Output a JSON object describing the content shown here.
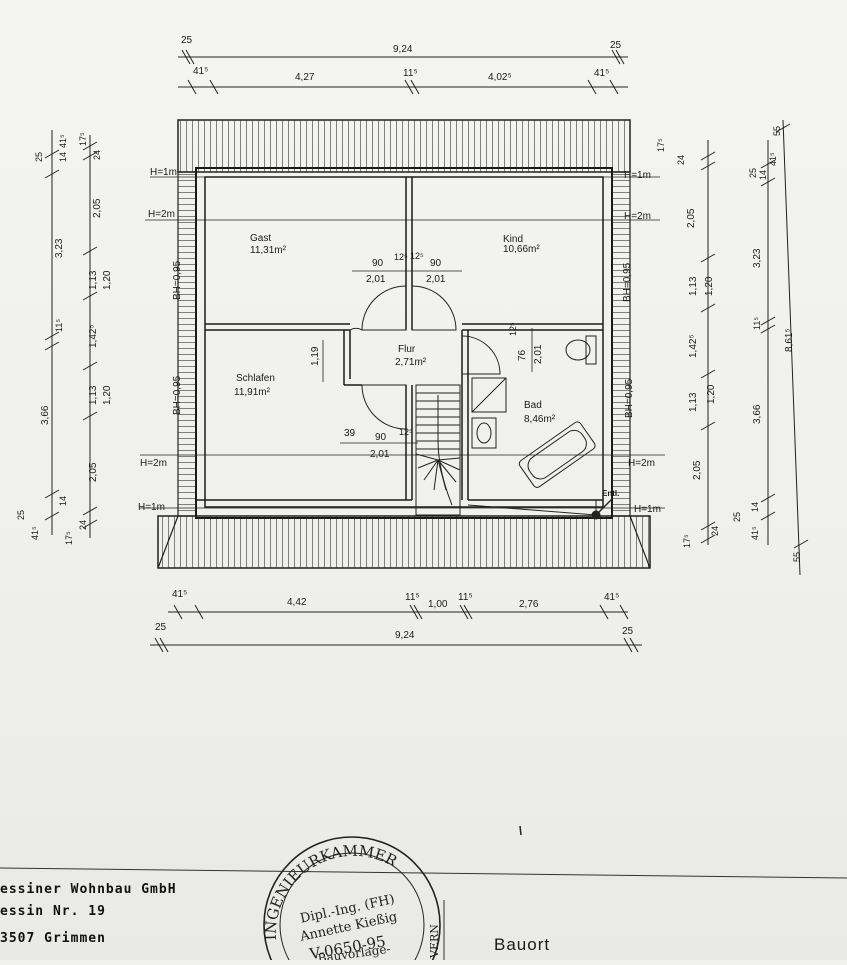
{
  "plan": {
    "top_dims": {
      "overall_left_margin": "25",
      "overall": "9,24",
      "overall_right_margin": "25",
      "seg_left_wall": "41⁵",
      "seg_room_left": "4,27",
      "seg_mid_wall": "11⁵",
      "seg_room_right": "4,02⁵",
      "seg_right_wall": "41⁵"
    },
    "bottom_dims": {
      "seg_left_wall": "41⁵",
      "seg_room_left": "4,42",
      "seg_wall_a": "11⁵",
      "seg_stair": "1,00",
      "seg_wall_b": "11⁵",
      "seg_room_right": "2,76",
      "seg_right_wall": "41⁵",
      "overall_left_margin": "25",
      "overall": "9,24",
      "overall_right_margin": "25"
    },
    "left_dims": {
      "outer_top_a": "25",
      "outer_top_b": "14",
      "outer_top_c": "41⁵",
      "outer_1": "3,23",
      "outer_mid": "11⁵",
      "outer_2": "3,66",
      "outer_bot_a": "25",
      "outer_bot_b": "14",
      "outer_bot_c": "41⁵",
      "inner_top_a": "17⁵",
      "inner_top_b": "24",
      "inner_1": "2,05",
      "inner_2": "1,13",
      "inner_3": "1,20",
      "inner_4": "1,42⁵",
      "inner_5": "1,13",
      "inner_6": "1,20",
      "inner_7": "2,05",
      "inner_bot_a": "24",
      "inner_bot_b": "17⁵"
    },
    "right_dims": {
      "inner_top_a": "17⁵",
      "inner_top_b": "24",
      "inner_1": "2,05",
      "inner_2": "1,13",
      "inner_3": "1,20",
      "inner_4": "1,42⁵",
      "inner_5": "1,13",
      "inner_6": "1,20",
      "inner_7": "2,05",
      "inner_bot_a": "24",
      "inner_bot_b": "17⁵",
      "mid_top_a": "25",
      "mid_top_b": "14",
      "mid_top_c": "41⁵",
      "mid_1": "3,23",
      "mid_wall": "11⁵",
      "mid_2": "3,66",
      "mid_bot_a": "25",
      "mid_bot_b": "14",
      "mid_bot_c": "41⁵",
      "outer_top": "55",
      "outer_total": "8,61⁵",
      "outer_bot": "55"
    },
    "height_marks": {
      "h1": "H=1m",
      "h2": "H=2m",
      "bh": "BH=0,95"
    },
    "rooms": [
      {
        "name": "Gast",
        "area": "11,31m²"
      },
      {
        "name": "Kind",
        "area": "10,66m²"
      },
      {
        "name": "Schlafen",
        "area": "11,91m²"
      },
      {
        "name": "Flur",
        "area": "2,71m²"
      },
      {
        "name": "Bad",
        "area": "8,46m²"
      }
    ],
    "door_dims": {
      "gast_w": "90",
      "gast_h": "2,01",
      "wall_a": "12⁵",
      "wall_b": "12⁵",
      "kind_w": "90",
      "kind_h": "2,01",
      "schlafen_side": "39",
      "schlafen_w": "90",
      "schlafen_wall": "12⁵",
      "schlafen_h": "2,01",
      "schlafen_v": "1,19",
      "bad_wall": "12⁵",
      "bad_w": "76",
      "bad_h": "2,01"
    },
    "vent_label": "Entl."
  },
  "title_block": {
    "line1": "essiner Wohnbau GmbH",
    "line2": "essin Nr. 19",
    "line3": "3507 Grimmen"
  },
  "stamp": {
    "arc_text": "INGENIEURKAMMER",
    "line1": "Dipl.-Ing. (FH)",
    "line2": "Annette Kießig",
    "line3": "V-0650-95",
    "line4": "Bauvorlage-",
    "line5": "...",
    "side": "VERN"
  },
  "bauort_label": "Bauort"
}
